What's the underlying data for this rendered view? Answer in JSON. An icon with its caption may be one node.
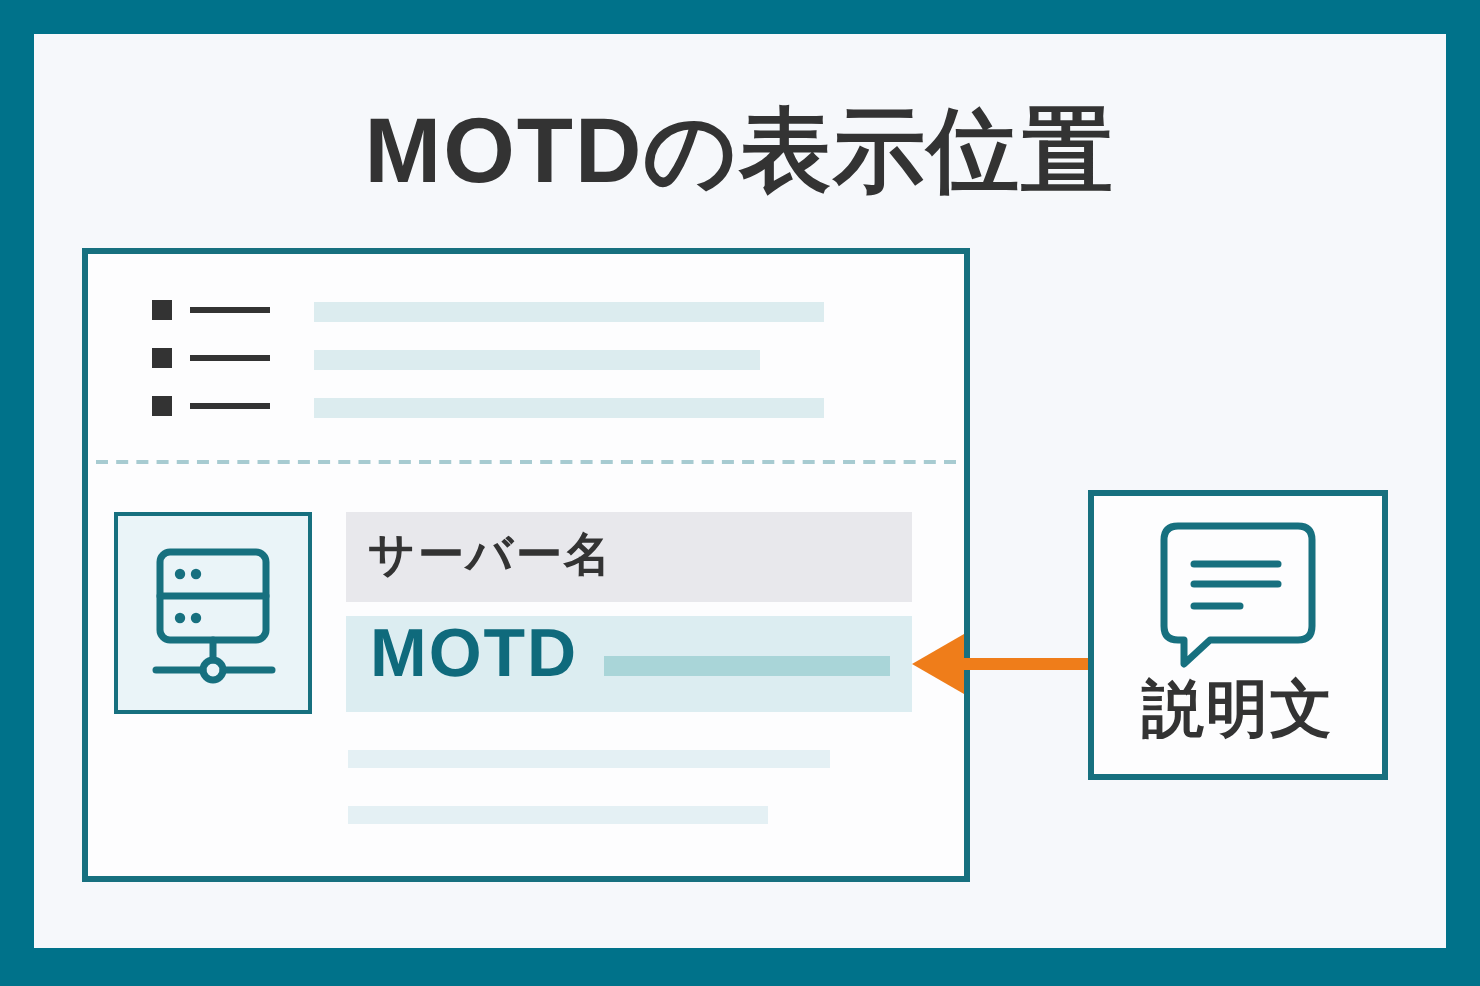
{
  "diagram": {
    "title": "MOTDの表示位置",
    "nodes": [
      {
        "text": [],
        "shape": "box"
      },
      {
        "text": [],
        "shape": "picture",
        "in": 0
      },
      {
        "text": [
          "サーバー名"
        ],
        "in": 0
      },
      {
        "text": [
          "MOTD"
        ],
        "in": 0
      },
      {
        "text": [
          "説明文"
        ]
      }
    ],
    "edges": [
      {
        "from": 4,
        "to": 3,
        "arrow": "to"
      }
    ]
  }
}
